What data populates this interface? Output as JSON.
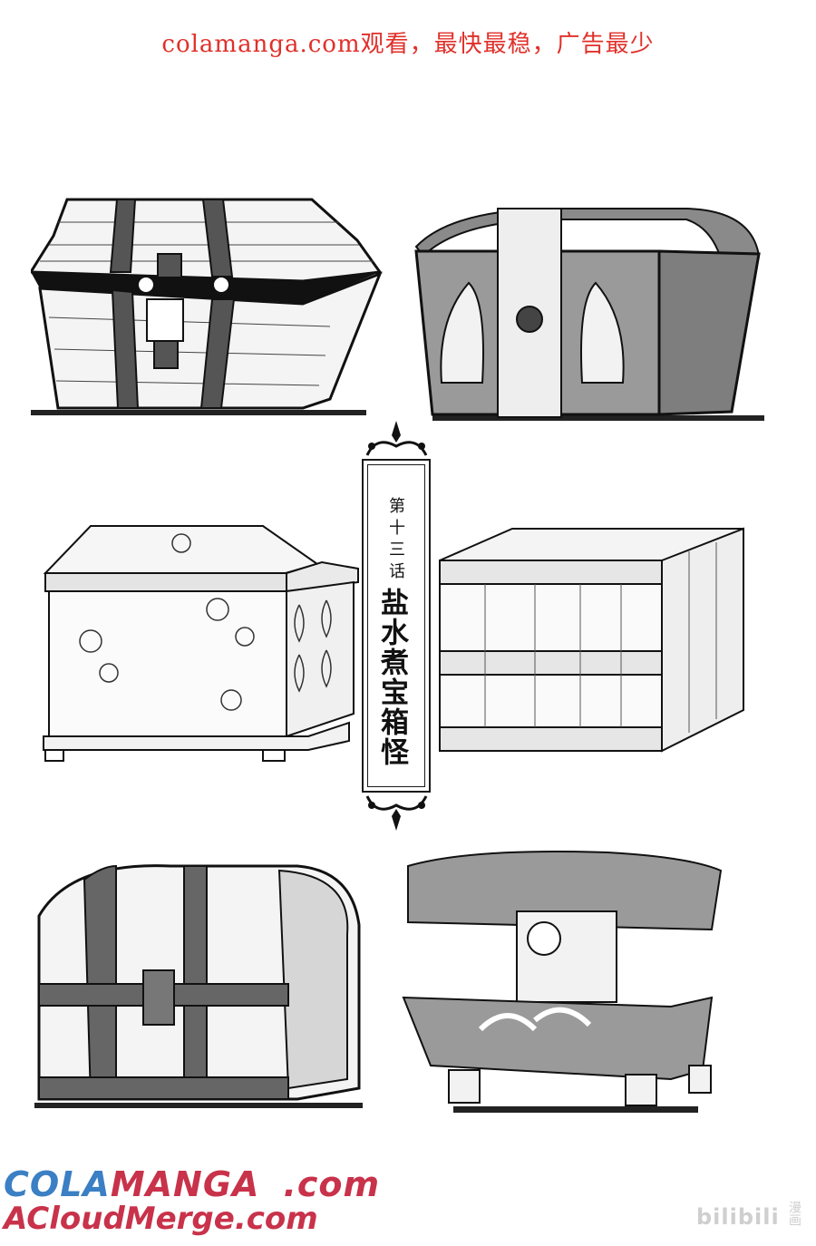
{
  "banner": {
    "text": "colamanga.com观看，最快最稳，广告最少",
    "color": "#e0302a"
  },
  "title_card": {
    "chapter_number": "第十三话",
    "chapter_title": "盐水煮宝箱怪"
  },
  "illustrations": [
    {
      "name": "mimic-chest-open-mouth-icon"
    },
    {
      "name": "winged-lion-chest-icon"
    },
    {
      "name": "floral-carved-chest-icon"
    },
    {
      "name": "wooden-crate-icon"
    },
    {
      "name": "iron-banded-chest-icon"
    },
    {
      "name": "ornate-chest-with-person-icon"
    }
  ],
  "watermarks": {
    "cola": "COLA",
    "manga": "MANGA",
    "com": ".com",
    "acloud": "ACloudMerge.com",
    "bili": "bilibili",
    "bili_sub": "漫画",
    "cola_color": "#3b7fc4",
    "manga_color": "#c8324a"
  }
}
